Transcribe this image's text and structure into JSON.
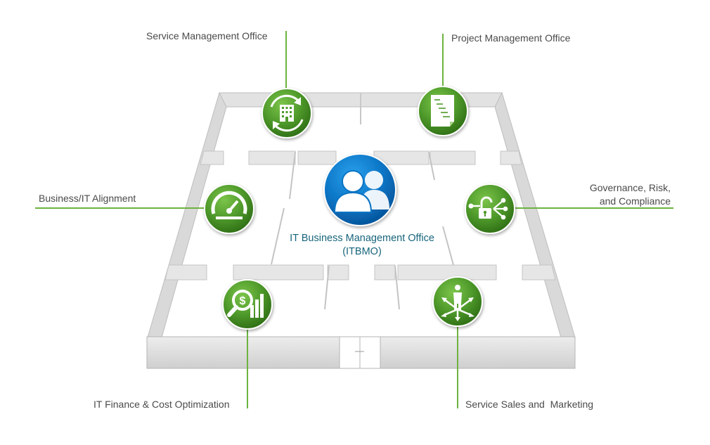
{
  "center": {
    "title_line1": "IT Business Management Office",
    "title_line2": "(ITBMO)",
    "icon": "people-icon",
    "color": "#0a74c4"
  },
  "nodes": [
    {
      "label": "Service Management Office",
      "icon": "building-refresh-icon"
    },
    {
      "label": "Project Management Office",
      "icon": "document-list-icon"
    },
    {
      "label": "Business/IT Alignment",
      "icon": "gauge-icon"
    },
    {
      "label_line1": "Governance, Risk,",
      "label_line2": "and Compliance",
      "icon": "lock-network-icon"
    },
    {
      "label": "IT Finance & Cost Optimization",
      "icon": "finance-chart-icon"
    },
    {
      "label": "Service Sales and  Marketing",
      "icon": "person-arrows-icon"
    }
  ],
  "colors": {
    "node_green": "#4f9a2b",
    "connector_green": "#6cb33f",
    "wall_light": "#e6e6e6",
    "wall_dark": "#c4c4c4"
  }
}
